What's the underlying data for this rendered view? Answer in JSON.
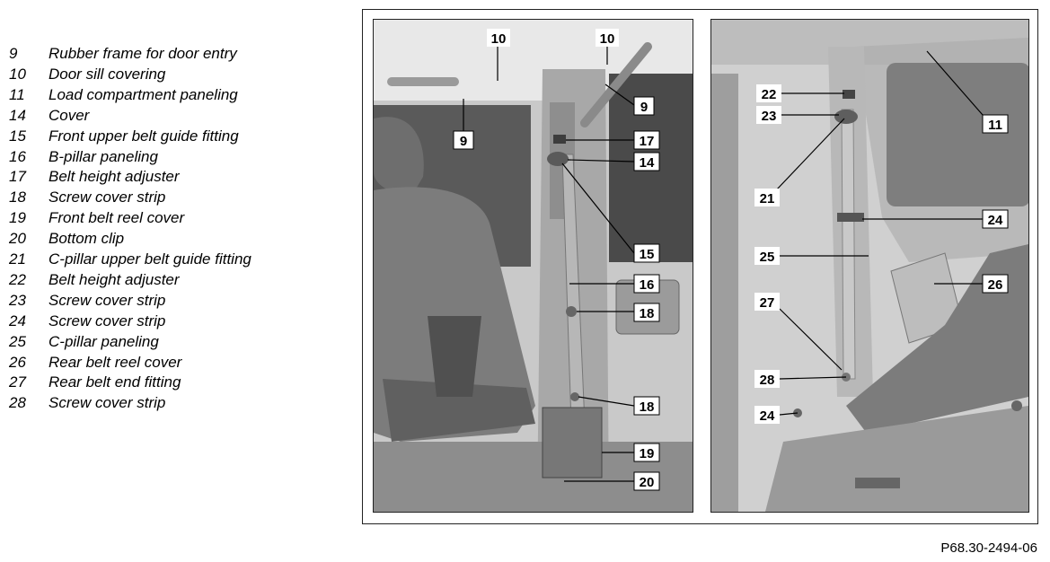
{
  "legend": [
    {
      "num": "9",
      "text": "Rubber frame for door entry"
    },
    {
      "num": "10",
      "text": "Door sill covering"
    },
    {
      "num": "11",
      "text": "Load compartment paneling"
    },
    {
      "num": "14",
      "text": "Cover"
    },
    {
      "num": "15",
      "text": "Front upper belt guide fitting"
    },
    {
      "num": "16",
      "text": "B-pillar paneling"
    },
    {
      "num": "17",
      "text": "Belt height adjuster"
    },
    {
      "num": "18",
      "text": "Screw cover strip"
    },
    {
      "num": "19",
      "text": "Front belt reel cover"
    },
    {
      "num": "20",
      "text": "Bottom clip"
    },
    {
      "num": "21",
      "text": "C-pillar upper belt guide fitting"
    },
    {
      "num": "22",
      "text": "Belt height adjuster"
    },
    {
      "num": "23",
      "text": "Screw cover strip"
    },
    {
      "num": "24",
      "text": "Screw cover strip"
    },
    {
      "num": "25",
      "text": "C-pillar paneling"
    },
    {
      "num": "26",
      "text": "Rear belt reel cover"
    },
    {
      "num": "27",
      "text": "Rear belt end fitting"
    },
    {
      "num": "28",
      "text": "Screw cover strip"
    }
  ],
  "callouts_left": [
    "10",
    "10",
    "9",
    "9",
    "17",
    "14",
    "15",
    "16",
    "18",
    "18",
    "19",
    "20"
  ],
  "callouts_right": [
    "22",
    "23",
    "11",
    "21",
    "24",
    "25",
    "26",
    "27",
    "28",
    "24"
  ],
  "reference_code": "P68.30-2494-06"
}
